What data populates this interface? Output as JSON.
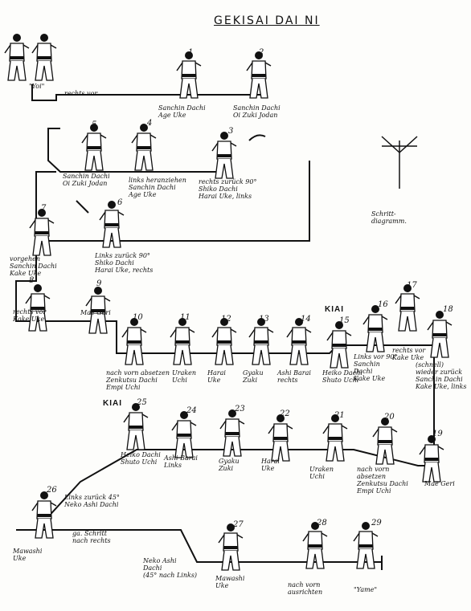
{
  "title": "GEKISAI DAI NI",
  "kiai": "KIAI",
  "schritt_diagram": "Schritt-\ndiagramm.",
  "steps": [
    {
      "n": "1",
      "label": "Sanchin Dachi\nAge Uke"
    },
    {
      "n": "2",
      "label": "Sanchin Dachi\nOi Zuki Jodan"
    },
    {
      "n": "3",
      "label": "rechts zurück 90°\nShiko Dachi\nHarai Uke, links"
    },
    {
      "n": "4",
      "label": "links heranziehen\nSanchin Dachi\nAge Uke"
    },
    {
      "n": "5",
      "label": "Sanchin Dachi\nOi Zuki Jodan"
    },
    {
      "n": "6",
      "label": "Links zurück 90°\nShiko Dachi\nHarai Uke, rechts"
    },
    {
      "n": "7",
      "label": "vorgehen\nSanchin Dachi\nKake Uke"
    },
    {
      "n": "8",
      "label": "rechts vor\nKake Uke"
    },
    {
      "n": "9",
      "label": "Mae Geri"
    },
    {
      "n": "10",
      "label": "nach vorn absetzen\nZenkutsu Dachi\nEmpi Uchi"
    },
    {
      "n": "11",
      "label": "Uraken\nUchi"
    },
    {
      "n": "12",
      "label": "Harai\nUke"
    },
    {
      "n": "13",
      "label": "Gyaku\nZuki"
    },
    {
      "n": "14",
      "label": "Ashi Barai\nrechts"
    },
    {
      "n": "15",
      "label": "Heiko Dachi\nShuto Uchi"
    },
    {
      "n": "16",
      "label": "Links vor 90°\nSanchin\nDachi\nKake Uke"
    },
    {
      "n": "17",
      "label": "rechts vor\nKake Uke"
    },
    {
      "n": "18",
      "label": "(schnell)\nwieder zurück\nSanchin Dachi\nKake Uke, links"
    },
    {
      "n": "19",
      "label": "Mae Geri"
    },
    {
      "n": "20",
      "label": "nach vorn\nabsetzen\nZenkutsu Dachi\nEmpi Uchi"
    },
    {
      "n": "21",
      "label": "Uraken\nUchi"
    },
    {
      "n": "22",
      "label": "Harai\nUke"
    },
    {
      "n": "23",
      "label": "Gyaku\nZuki"
    },
    {
      "n": "24",
      "label": "Ashi Barai\nLinks"
    },
    {
      "n": "25",
      "label": "Heiko Dachi\nShuto Uchi"
    },
    {
      "n": "26",
      "label": "Mawashi\nUke"
    },
    {
      "n": "27",
      "label": "Mawashi\nUke"
    },
    {
      "n": "28",
      "label": "nach vorn\nausrichten"
    },
    {
      "n": "29",
      "label": "\"Yame\""
    }
  ],
  "extra_labels": {
    "yoi": "\"Yoi\"",
    "rechts_vor_start": "rechts vor",
    "links_zurueck_45": "Links zurück 45°\nNeko Ashi Dachi",
    "schritt_nach_rechts": "ga. Schritt\nnach rechts",
    "neko_ashi_45": "Neko Ashi\nDachi\n(45° nach Links)"
  }
}
